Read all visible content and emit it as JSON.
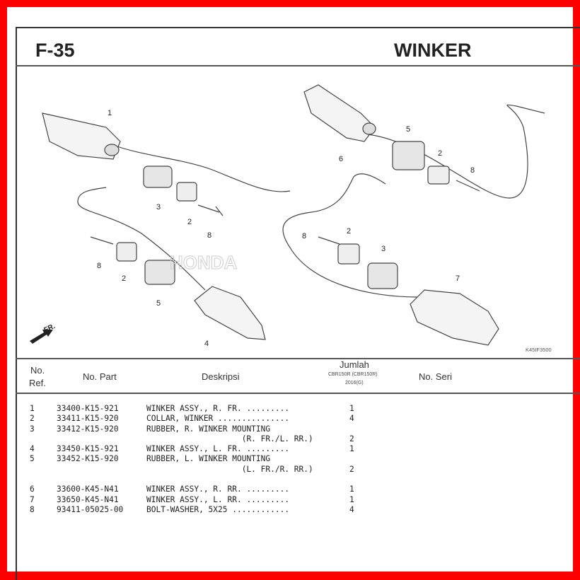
{
  "header": {
    "code": "F-35",
    "title": "WINKER"
  },
  "diagram": {
    "drawing_id": "K45IF3500",
    "direction_label": "FR.",
    "callouts": [
      "1",
      "3",
      "2",
      "8",
      "8",
      "2",
      "5",
      "4",
      "6",
      "5",
      "2",
      "8",
      "8",
      "2",
      "3",
      "7"
    ]
  },
  "table": {
    "headers": {
      "ref_line1": "No.",
      "ref_line2": "Ref.",
      "part": "No. Part",
      "desc": "Deskripsi",
      "qty_title": "Jumlah",
      "qty_model": "CBR150R (CBR150R)",
      "qty_year": "2016(G)",
      "serial": "No. Seri"
    },
    "rows": [
      {
        "ref": "1",
        "part": "33400-K15-921",
        "desc": "WINKER ASSY., R. FR. .........",
        "qty": "1"
      },
      {
        "ref": "2",
        "part": "33411-K15-920",
        "desc": "COLLAR, WINKER ...............",
        "qty": "4"
      },
      {
        "ref": "3",
        "part": "33412-K15-920",
        "desc": "RUBBER, R. WINKER MOUNTING",
        "qty": ""
      },
      {
        "ref": "",
        "part": "",
        "desc": "                    (R. FR./L. RR.)",
        "qty": "2"
      },
      {
        "ref": "4",
        "part": "33450-K15-921",
        "desc": "WINKER ASSY., L. FR. .........",
        "qty": "1"
      },
      {
        "ref": "5",
        "part": "33452-K15-920",
        "desc": "RUBBER, L. WINKER MOUNTING",
        "qty": ""
      },
      {
        "ref": "",
        "part": "",
        "desc": "                    (L. FR./R. RR.)",
        "qty": "2"
      },
      {
        "ref": "",
        "part": "",
        "desc": "",
        "qty": ""
      },
      {
        "ref": "6",
        "part": "33600-K45-N41",
        "desc": "WINKER ASSY., R. RR. .........",
        "qty": "1"
      },
      {
        "ref": "7",
        "part": "33650-K45-N41",
        "desc": "WINKER ASSY., L. RR. .........",
        "qty": "1"
      },
      {
        "ref": "8",
        "part": "93411-05025-00",
        "desc": "BOLT-WASHER, 5X25 ............",
        "qty": "4"
      }
    ]
  }
}
